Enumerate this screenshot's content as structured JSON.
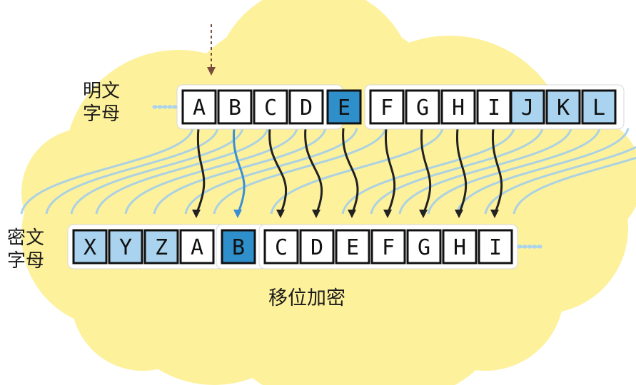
{
  "plaintext_label": [
    "明文",
    "字母"
  ],
  "ciphertext_label": [
    "密文",
    "字母"
  ],
  "caption": "移位加密",
  "plaintext_letters": [
    "A",
    "B",
    "C",
    "D",
    "E",
    "F",
    "G",
    "H",
    "I",
    "J",
    "K",
    "L"
  ],
  "ciphertext_letters": [
    "X",
    "Y",
    "Z",
    "A",
    "B",
    "C",
    "D",
    "E",
    "F",
    "G",
    "H",
    "I"
  ],
  "shift": 3,
  "highlight": {
    "plain_index": 4,
    "cipher_index": 4
  },
  "colors": {
    "cloud": "#fdf19b",
    "cell_highlight": "#2f8fcb",
    "cell_light": "#a9d3ee",
    "cell_white": "#ffffff",
    "arrow_dark": "#222222",
    "arrow_light": "#9ccbee",
    "arrow_blue": "#3a8fd4",
    "pointer": "#7a4b3a"
  }
}
